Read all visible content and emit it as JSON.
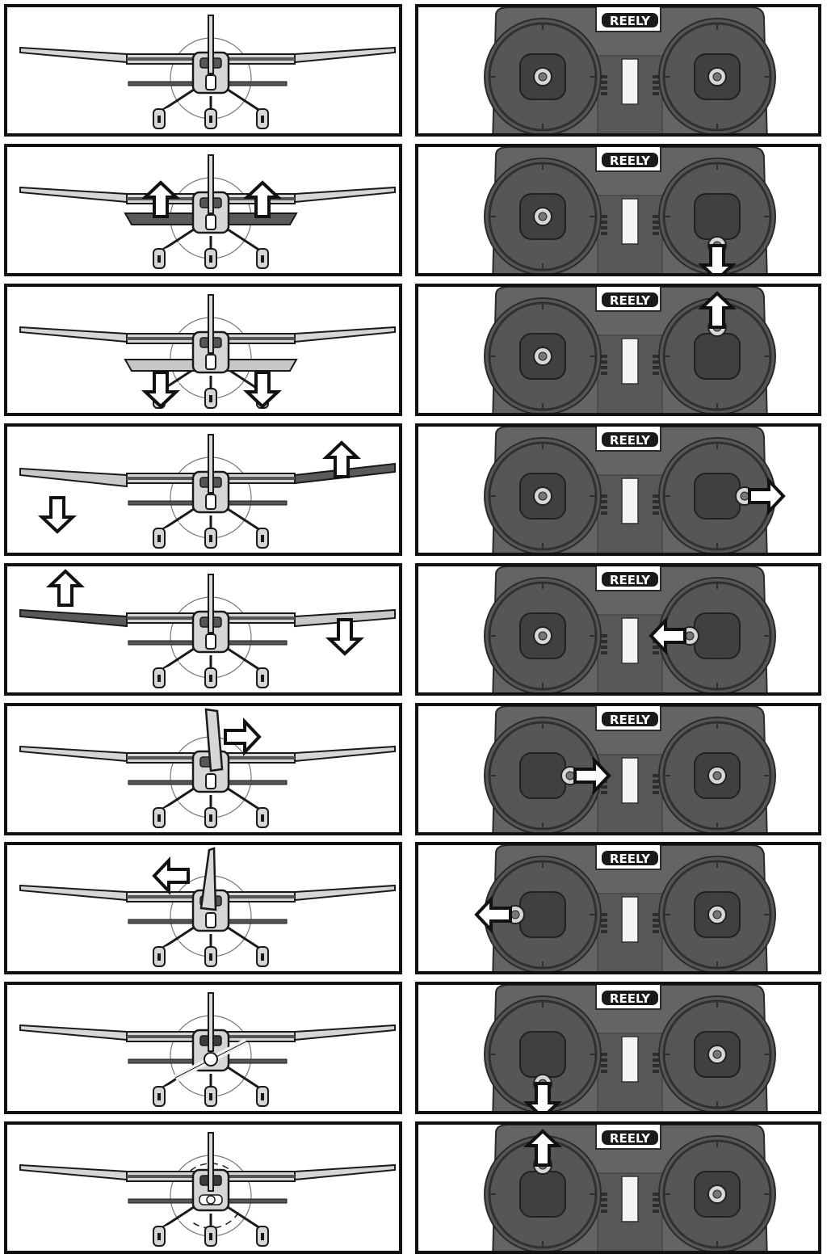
{
  "brand": {
    "logo_text": "REELY"
  },
  "colors": {
    "frame": "#111111",
    "plane_fill": "#d6d6d6",
    "plane_dark": "#555555",
    "plane_outline": "#1a1a1a",
    "surface_up": "#5a5a5a",
    "surface_down": "#c8c8c8",
    "transmitter_body": "#646464",
    "transmitter_dark": "#3e3e3e",
    "arrow_fill": "#ffffff",
    "arrow_stroke": "#111111"
  },
  "rows": [
    {
      "name": "neutral",
      "plane": {
        "state": "neutral",
        "arrows": []
      },
      "stick": {
        "left": "center",
        "right": "center"
      }
    },
    {
      "name": "elevator-up",
      "plane": {
        "state": "elevator-up",
        "arrows": [
          "up",
          "up"
        ]
      },
      "stick": {
        "left": "center",
        "right": "down"
      }
    },
    {
      "name": "elevator-down",
      "plane": {
        "state": "elevator-down",
        "arrows": [
          "down",
          "down"
        ]
      },
      "stick": {
        "left": "center",
        "right": "up"
      }
    },
    {
      "name": "aileron-right",
      "plane": {
        "state": "aileron-right",
        "arrows": [
          "down",
          "up"
        ]
      },
      "stick": {
        "left": "center",
        "right": "right"
      }
    },
    {
      "name": "aileron-left",
      "plane": {
        "state": "aileron-left",
        "arrows": [
          "up",
          "down"
        ]
      },
      "stick": {
        "left": "center",
        "right": "left"
      }
    },
    {
      "name": "rudder-right",
      "plane": {
        "state": "rudder-right",
        "arrows": [
          "right"
        ]
      },
      "stick": {
        "left": "right",
        "right": "center"
      }
    },
    {
      "name": "rudder-left",
      "plane": {
        "state": "rudder-left",
        "arrows": [
          "left"
        ]
      },
      "stick": {
        "left": "left",
        "right": "center"
      }
    },
    {
      "name": "throttle-low",
      "plane": {
        "state": "prop-slow",
        "arrows": []
      },
      "stick": {
        "left": "down",
        "right": "center"
      }
    },
    {
      "name": "throttle-high",
      "plane": {
        "state": "prop-fast",
        "arrows": []
      },
      "stick": {
        "left": "up",
        "right": "center"
      }
    }
  ]
}
